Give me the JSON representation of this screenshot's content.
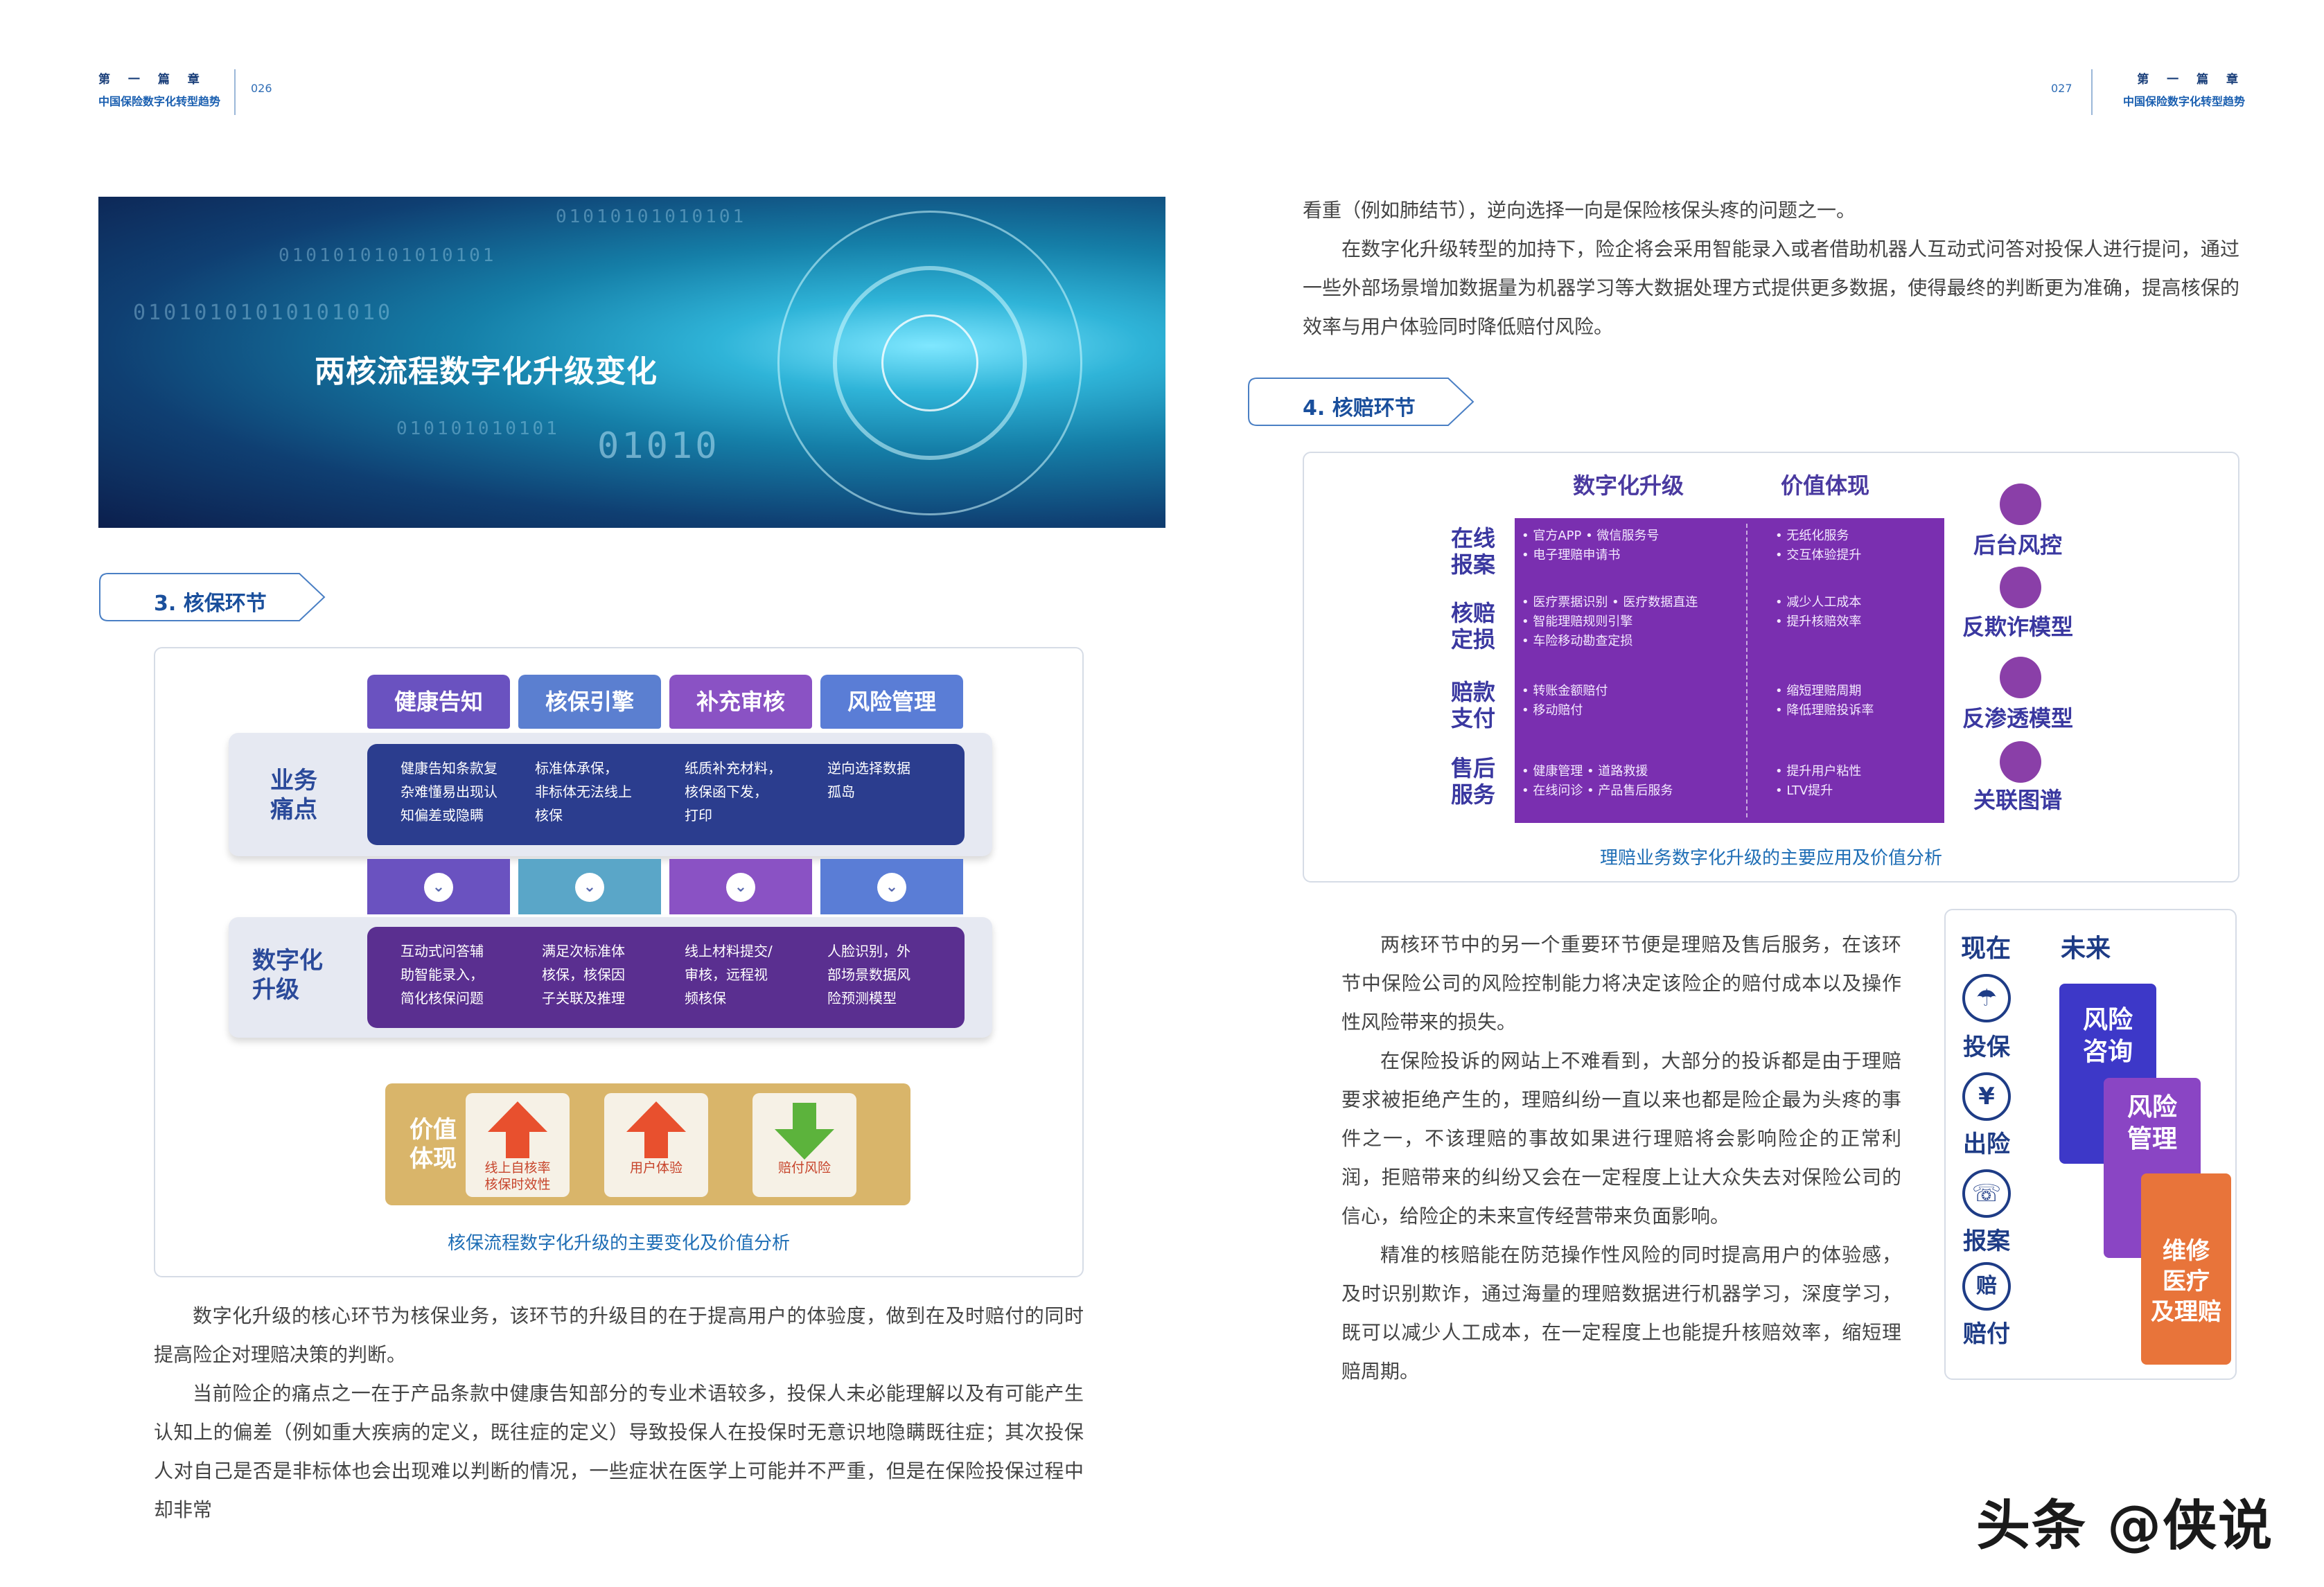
{
  "header_left": {
    "chapter": "第 一 篇 章",
    "subtitle": "中国保险数字化转型趋势",
    "page": "026"
  },
  "header_right": {
    "chapter": "第 一 篇 章",
    "subtitle": "中国保险数字化转型趋势",
    "page": "027"
  },
  "banner": {
    "title": "两核流程数字化升级变化",
    "binary_1": "01010101010101",
    "binary_2": "0101010101010101",
    "binary_3": "01010101010101010",
    "binary_4": "010101010101",
    "binary_5": "01010"
  },
  "section3": {
    "tag": "3. 核保环节",
    "diagram": {
      "columns": [
        "健康告知",
        "核保引擎",
        "补充审核",
        "风险管理"
      ],
      "column_colors": [
        "#6a52c0",
        "#5b7fd0",
        "#8a52c4",
        "#5a7dd6"
      ],
      "row1_label": "业务\n痛点",
      "row1_cells": [
        "健康告知条款复\n杂难懂易出现认\n知偏差或隐瞒",
        "标准体承保，\n非标体无法线上\n核保",
        "纸质补充材料，\n核保函下发，\n打印",
        "逆向选择数据\n孤岛"
      ],
      "row2_label": "数字化\n升级",
      "row2_cells": [
        "互动式问答辅\n助智能录入，\n简化核保问题",
        "满足次标准体\n核保，核保因\n子关联及推理",
        "线上材料提交/\n审核，远程视\n频核保",
        "人脸识别，外\n部场景数据风\n险预测模型"
      ],
      "value_label": "价值\n体现",
      "value_cards": [
        "线上自核率\n核保时效性",
        "用户体验",
        "赔付风险"
      ],
      "chevron": "⌄"
    },
    "caption": "核保流程数字化升级的主要变化及价值分析",
    "paragraphs": [
      "数字化升级的核心环节为核保业务，该环节的升级目的在于提高用户的体验度，做到在及时赔付的同时提高险企对理赔决策的判断。",
      "当前险企的痛点之一在于产品条款中健康告知部分的专业术语较多，投保人未必能理解以及有可能产生认知上的偏差（例如重大疾病的定义，既往症的定义）导致投保人在投保时无意识地隐瞒既往症；其次投保人对自己是否是非标体也会出现难以判断的情况，一些症状在医学上可能并不严重，但是在保险投保过程中却非常"
    ]
  },
  "right_top_text": [
    "看重（例如肺结节），逆向选择一向是保险核保头疼的问题之一。",
    "在数字化升级转型的加持下，险企将会采用智能录入或者借助机器人互动式问答对投保人进行提问，通过一些外部场景增加数据量为机器学习等大数据处理方式提供更多数据，使得最终的判断更为准确，提高核保的效率与用户体验同时降低赔付风险。"
  ],
  "section4": {
    "tag": "4. 核赔环节",
    "diagram": {
      "head_left": "数字化升级",
      "head_right": "价值体现",
      "rows": [
        {
          "label": "在线\n报案",
          "upgrade": "• 官方APP   • 微信服务号\n• 电子理赔申请书",
          "value": "• 无纸化服务\n• 交互体验提升"
        },
        {
          "label": "核赔\n定损",
          "upgrade": "• 医疗票据识别 • 医疗数据直连\n• 智能理赔规则引擎\n• 车险移动勘查定损",
          "value": "• 减少人工成本\n• 提升核赔效率"
        },
        {
          "label": "赔款\n支付",
          "upgrade": "• 转账金额赔付\n• 移动赔付",
          "value": "• 缩短理赔周期\n• 降低理赔投诉率"
        },
        {
          "label": "售后\n服务",
          "upgrade": "• 健康管理  • 道路救援\n• 在线问诊  • 产品售后服务",
          "value": "• 提升用户粘性\n• LTV提升"
        }
      ],
      "right_items": [
        "后台风控",
        "反欺诈模型",
        "反渗透模型",
        "关联图谱"
      ]
    },
    "caption": "理赔业务数字化升级的主要应用及价值分析",
    "paragraphs": [
      "两核环节中的另一个重要环节便是理赔及售后服务，在该环节中保险公司的风险控制能力将决定该险企的赔付成本以及操作性风险带来的损失。",
      "在保险投诉的网站上不难看到，大部分的投诉都是由于理赔要求被拒绝产生的，理赔纠纷一直以来也都是险企最为头疼的事件之一，不该理赔的事故如果进行理赔将会影响险企的正常利润，拒赔带来的纠纷又会在一定程度上让大众失去对保险公司的信心，给险企的未来宣传经营带来负面影响。",
      "精准的核赔能在防范操作性风险的同时提高用户的体验感，及时识别欺诈，通过海量的理赔数据进行机器学习，深度学习，既可以减少人工成本，在一定程度上也能提升核赔效率，缩短理赔周期。"
    ],
    "now_future": {
      "now": "现在",
      "future": "未来",
      "now_items": [
        "投保",
        "出险",
        "报案",
        "赔付"
      ],
      "now_icons": [
        "☂",
        "¥",
        "☏",
        "赔"
      ],
      "future_cards": [
        "风险\n咨询",
        "风险\n管理",
        "维修\n医疗\n及理赔"
      ]
    }
  },
  "watermark": "头条 @侠说"
}
